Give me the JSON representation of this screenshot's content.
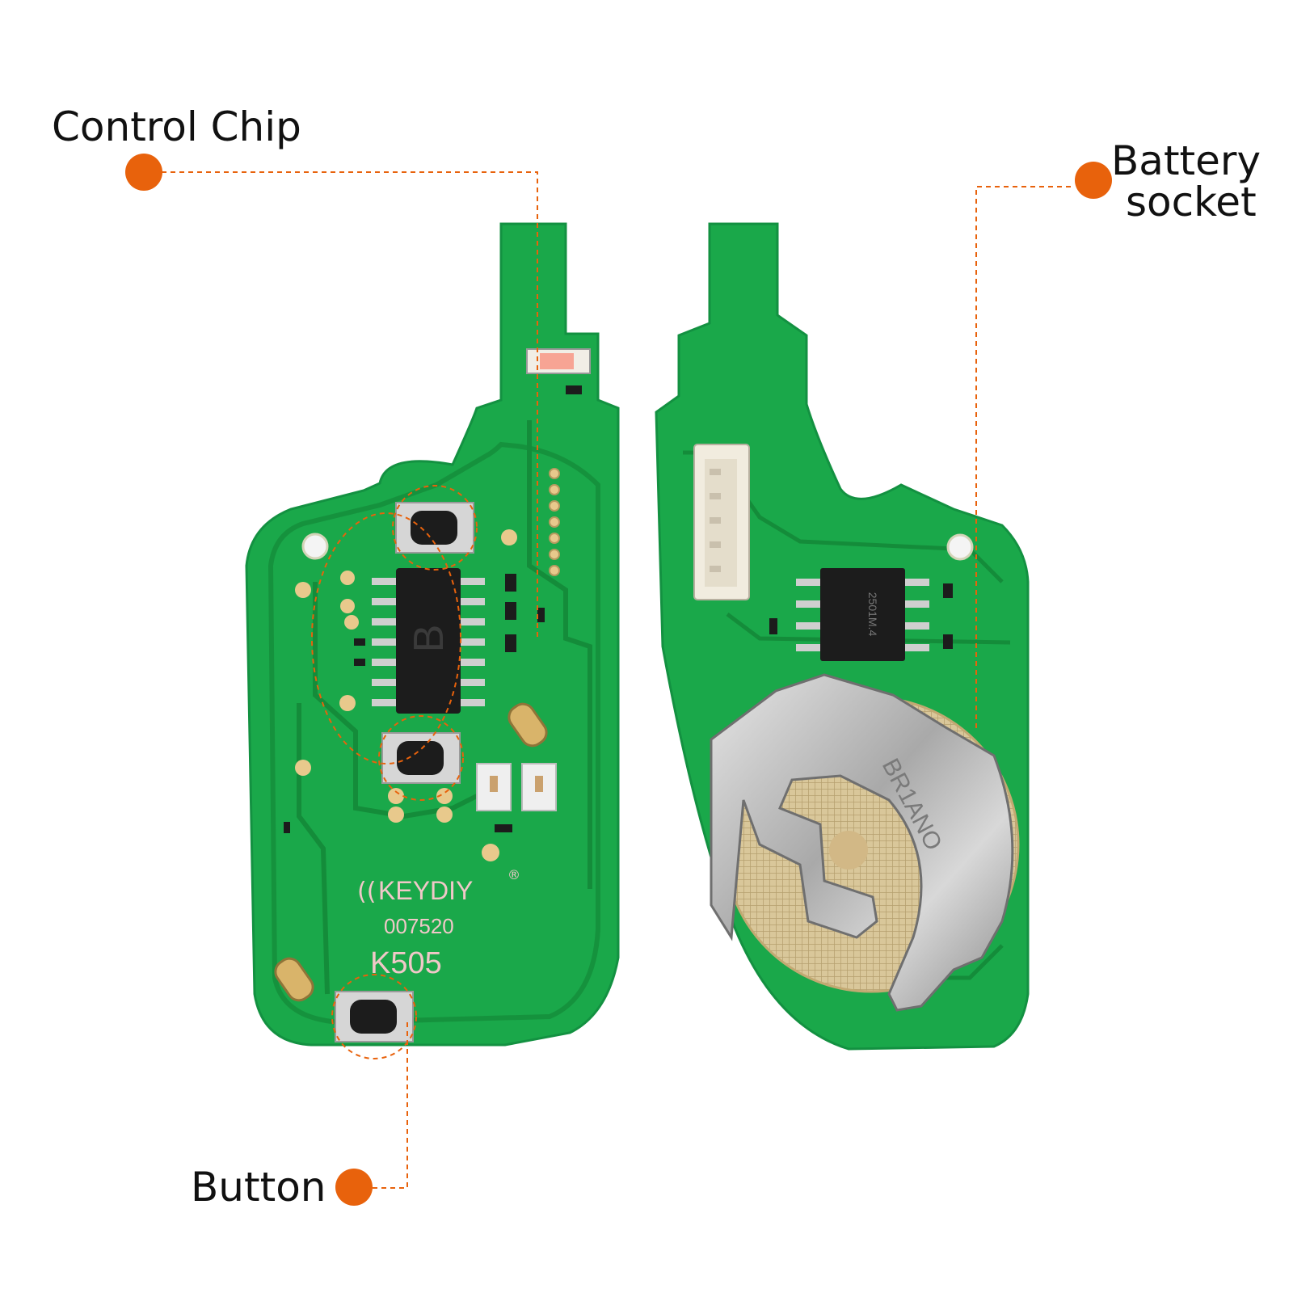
{
  "callouts": {
    "control_chip": "Control Chip",
    "battery_socket_line1": "Battery",
    "battery_socket_line2": "socket",
    "button": "Button"
  },
  "board_front": {
    "brand": "KEYDIY",
    "serial": "007520",
    "model": "K505",
    "chip_mark": "B"
  },
  "board_back": {
    "battery_holder_mark": "BR1ANO",
    "eeprom_mark": "2501M.4"
  },
  "colors": {
    "accent": "#e8620c",
    "pcb_green": "#1aa84a",
    "pcb_trace": "#18983f",
    "chip_black": "#1c1c1c",
    "pad_gold": "#e8c98c",
    "metal": "#b9b9b9"
  },
  "icons": {
    "brand_logo": "signal-waves-icon",
    "registered": "registered-mark-icon"
  }
}
